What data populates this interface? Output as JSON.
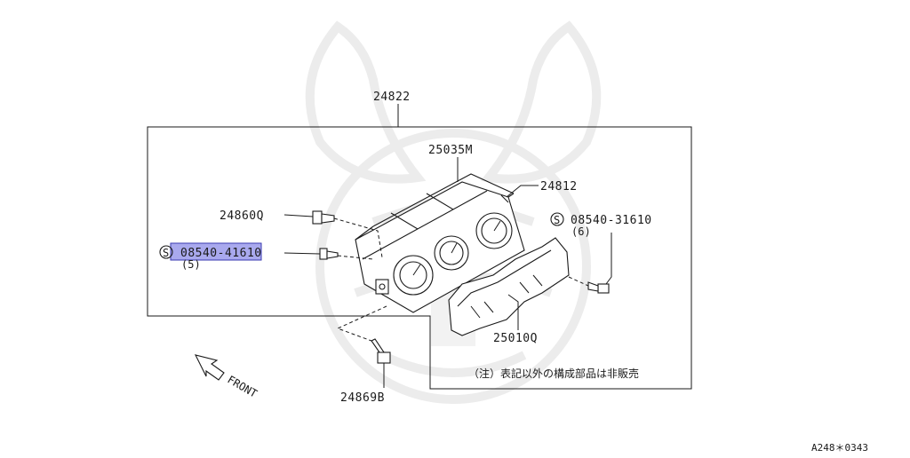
{
  "parts": {
    "assembly": "24822",
    "cluster": "25035M",
    "case": "24812",
    "screw_top": "24860Q",
    "screw_left": "08540-41610",
    "screw_left_qty": "(5)",
    "screw_right": "08540-31610",
    "screw_right_qty": "(6)",
    "lens": "25010Q",
    "bolt_bottom": "24869B"
  },
  "symbols": {
    "standard_part": "S"
  },
  "note": "（注）表記以外の構成部品は非販売",
  "front_label": "FRONT",
  "ref_code": "A248＊0343",
  "colors": {
    "highlight": "#8c8ce8",
    "highlight_border": "#3a3ab0",
    "line": "#1a1a1a"
  }
}
